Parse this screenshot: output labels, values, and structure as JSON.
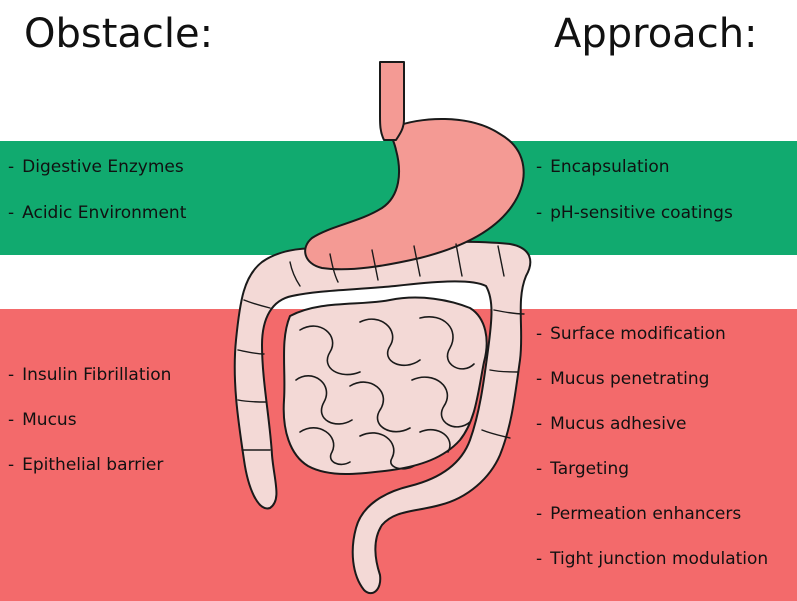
{
  "headings": {
    "obstacle": "Obstacle:",
    "approach": "Approach:"
  },
  "colors": {
    "stomach_band": "#11aa6f",
    "intestine_band": "#f36a6b",
    "stomach_fill": "#f49a94",
    "intestine_fill": "#f3d9d6",
    "outline": "#1a1a1a"
  },
  "stomach_section": {
    "obstacles": [
      "Digestive Enzymes",
      "Acidic Environment"
    ],
    "approaches": [
      "Encapsulation",
      "pH-sensitive coatings"
    ]
  },
  "intestine_section": {
    "obstacles": [
      "Insulin Fibrillation",
      "Mucus",
      "Epithelial barrier"
    ],
    "approaches": [
      "Surface modification",
      "Mucus penetrating",
      "Mucus adhesive",
      "Targeting",
      "Permeation enhancers",
      "Tight junction modulation"
    ]
  },
  "illustration": {
    "parts": [
      "esophagus",
      "stomach",
      "small-intestine",
      "large-intestine",
      "rectum"
    ]
  }
}
